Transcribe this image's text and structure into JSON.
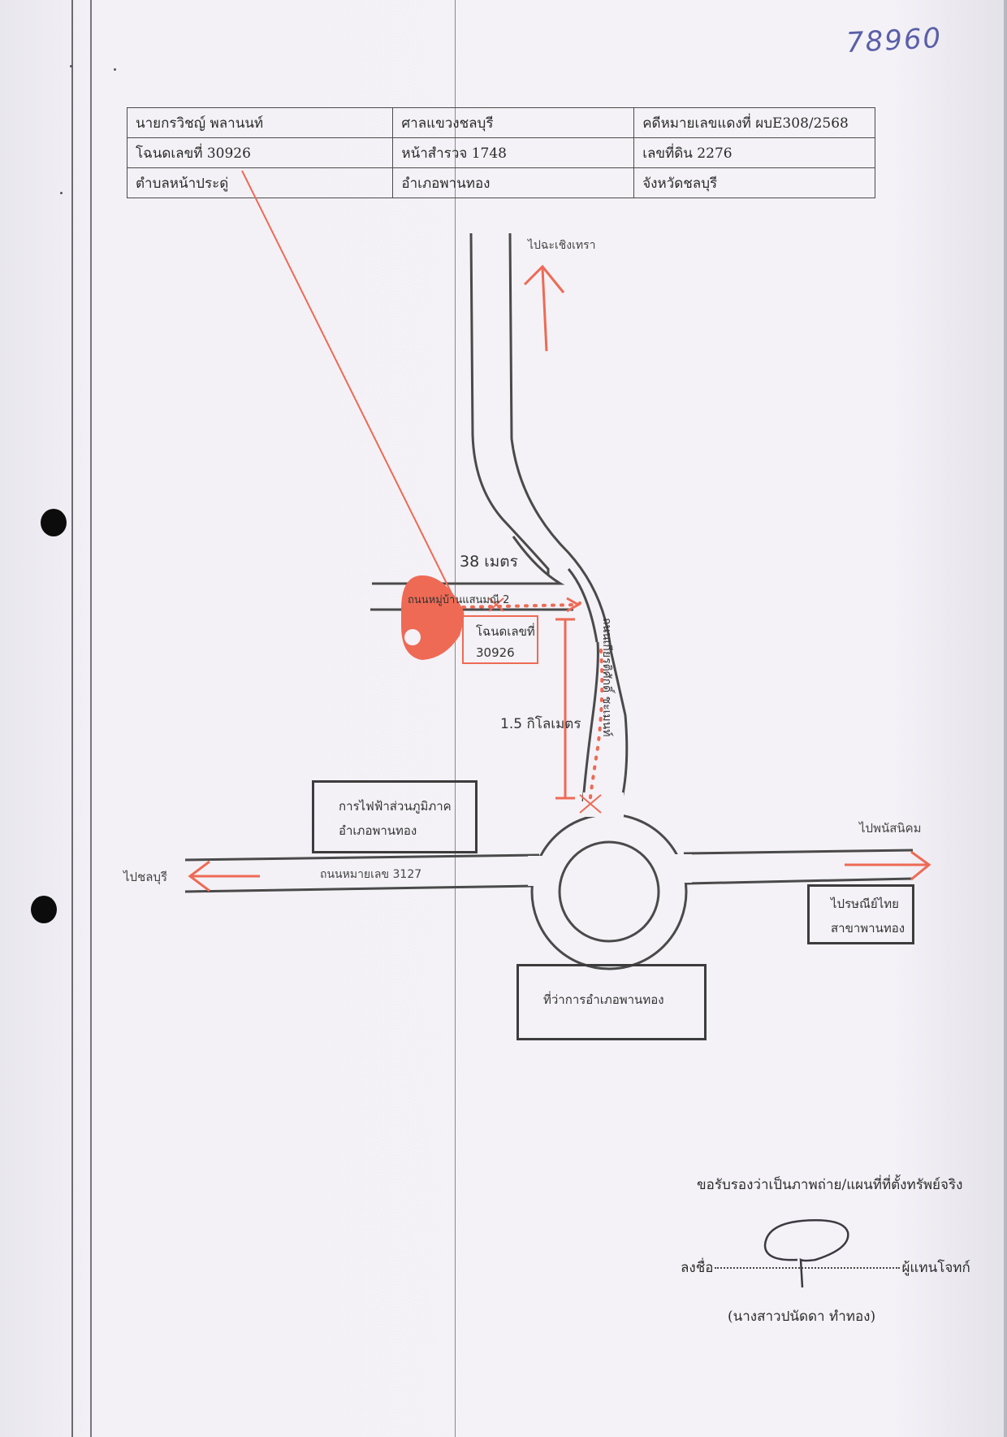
{
  "document": {
    "case_ref_handwritten": "78960",
    "info_table": [
      [
        "นายกรวิชญ์ พลานนท์",
        "ศาลแขวงชลบุรี",
        "คดีหมายเลขแดงที่ ผบE308/2568"
      ],
      [
        "โฉนดเลขที่   30926",
        "หน้าสำรวจ   1748",
        "เลขที่ดิน 2276"
      ],
      [
        "ตำบลหน้าประดู่",
        "อำเภอพานทอง",
        "จังหวัดชลบุรี"
      ]
    ]
  },
  "map": {
    "labels": {
      "to_north": "ไปฉะเชิงเทรา",
      "distance_short": "38 เมตร",
      "side_road": "ถนนหมู่บ้านแสนมณี 2",
      "deed_line1": "โฉนดเลขที่",
      "deed_line2": "30926",
      "main_road_vertical": "ถนนเกียรติศักดิ์ ชะเมนท์",
      "distance_long": "1.5 กิโลเมตร",
      "pea_line1": "การไฟฟ้าส่วนภูมิภาค",
      "pea_line2": "อำเภอพานทอง",
      "to_west": "ไปชลบุรี",
      "highway": "ถนนหมายเลข 3127",
      "to_east": "ไปพนัสนิคม",
      "post_line1": "ไปรษณีย์ไทย",
      "post_line2": "สาขาพานทอง",
      "district_office": "ที่ว่าการอำเภอพานทอง"
    },
    "colors": {
      "route": "#ee6a55",
      "road": "#4a4a4a"
    }
  },
  "footer": {
    "certify": "ขอรับรองว่าเป็นภาพถ่าย/แผนที่ที่ตั้งทรัพย์จริง",
    "sign_prefix": "ลงชื่อ",
    "sign_suffix": "ผู้แทนโจทก์",
    "signer_name": "(นางสาวปนัดดา ทำทอง)"
  }
}
